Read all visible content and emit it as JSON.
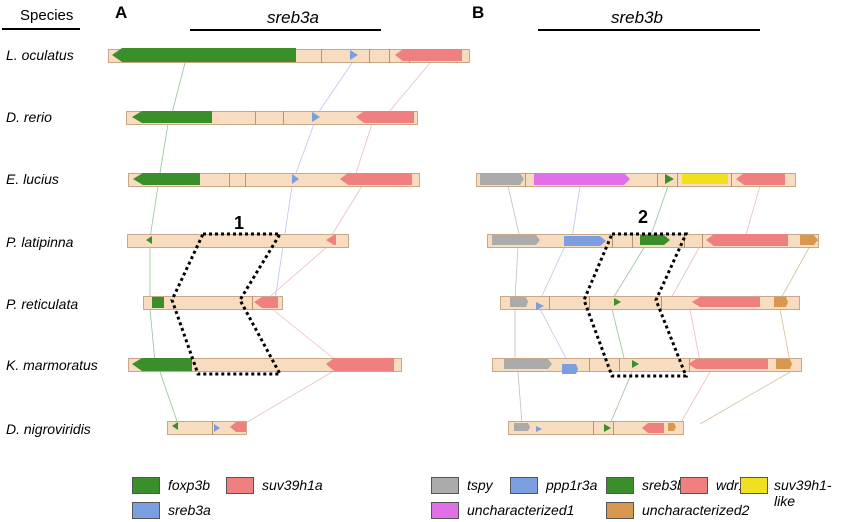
{
  "header": {
    "species_label": "Species",
    "panel_a": "A",
    "panel_b": "B",
    "gene_a": "sreb3a",
    "gene_b": "sreb3b"
  },
  "species": [
    "L. oculatus",
    "D. rerio",
    "E. lucius",
    "P. latipinna",
    "P. reticulata",
    "K. marmoratus",
    "D. nigroviridis"
  ],
  "regions": {
    "r1": "1",
    "r2": "2"
  },
  "legend_a": [
    {
      "label": "foxp3b",
      "color": "#3a8f2a"
    },
    {
      "label": "suv39h1a",
      "color": "#f08080"
    },
    {
      "label": "sreb3a",
      "color": "#7b9ee0"
    }
  ],
  "legend_b": [
    {
      "label": "tspy",
      "color": "#ababab"
    },
    {
      "label": "ppp1r3a",
      "color": "#7b9ee0"
    },
    {
      "label": "sreb3b",
      "color": "#3a8f2a"
    },
    {
      "label": "wdr13",
      "color": "#f08080"
    },
    {
      "label": "suv39h1-like",
      "color": "#f0e020"
    },
    {
      "label": "uncharacterized1",
      "color": "#e070e8"
    },
    {
      "label": "uncharacterized2",
      "color": "#d89850"
    }
  ]
}
